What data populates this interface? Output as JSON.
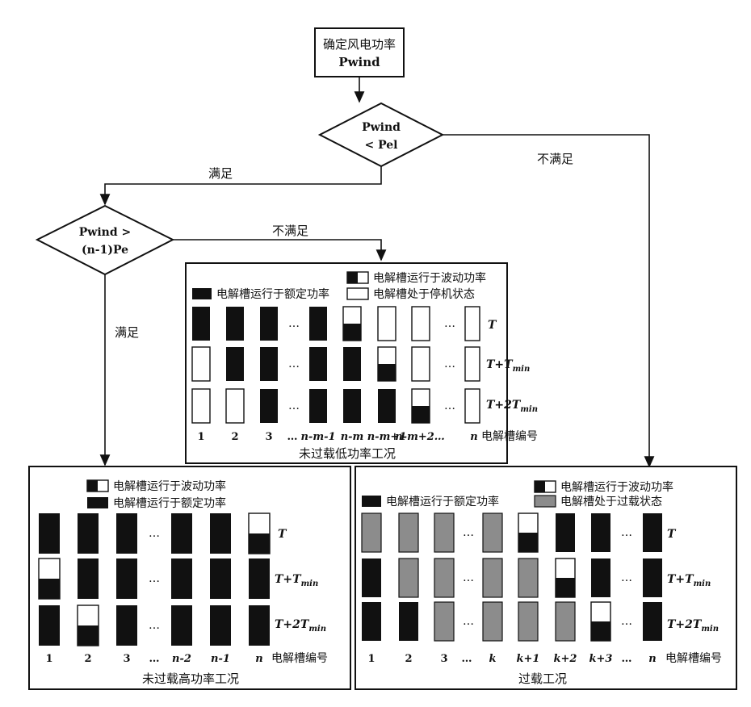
{
  "flow": {
    "start": {
      "line1": "确定风电功率",
      "line2": "Pwind"
    },
    "cond1": {
      "line1": "Pwind",
      "line2": "< Pel"
    },
    "cond2": {
      "line1": "Pwind >",
      "line2": "(n-1)Pe"
    },
    "yes": "满足",
    "no": "不满足"
  },
  "legends": {
    "fluct": "电解槽运行于波动功率",
    "rated": "电解槽运行于额定功率",
    "stop": "电解槽处于停机状态",
    "overload": "电解槽处于过载状态"
  },
  "rows": {
    "r1": "T",
    "r2a": "T",
    "r2b": "+T",
    "r2sub": "min",
    "r3b": "+2T",
    "r3sub": "min"
  },
  "low_panel": {
    "title": "未过载低功率工况",
    "axis": "电解槽编号",
    "labels": [
      "1",
      "2",
      "3",
      "…",
      "n-m-1",
      "n-m",
      "n-m+1",
      "n-m+2…",
      "n"
    ],
    "ellipsis": "…"
  },
  "high_panel": {
    "title": "未过载高功率工况",
    "axis": "电解槽编号",
    "labels": [
      "1",
      "2",
      "3",
      "…",
      "n-2",
      "n-1",
      "n"
    ],
    "ellipsis": "…"
  },
  "over_panel": {
    "title": "过载工况",
    "axis": "电解槽编号",
    "labels": [
      "1",
      "2",
      "3",
      "…",
      "k",
      "k+1",
      "k+2",
      "k+3",
      "…",
      "n"
    ],
    "ellipsis": "…"
  }
}
